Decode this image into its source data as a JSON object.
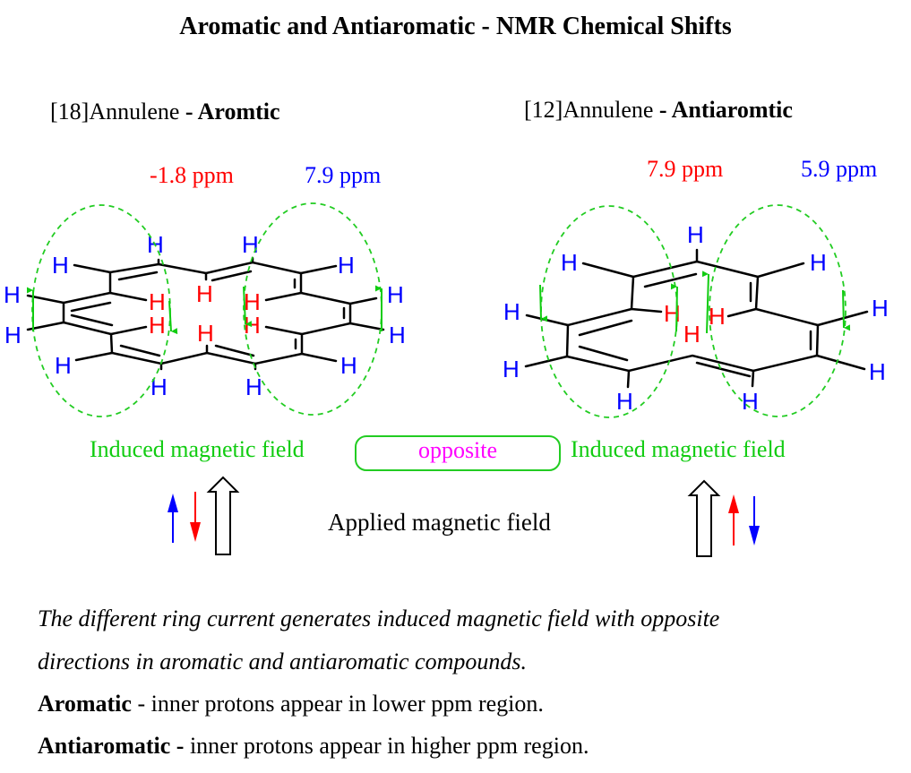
{
  "title": "Aromatic and Antiaromatic - NMR Chemical Shifts",
  "molecules": [
    {
      "name": "[18]Annulene",
      "separator": " - ",
      "classification": "Aromtic",
      "inner_proton_shift": "-1.8 ppm",
      "outer_proton_shift": "7.9 ppm",
      "inner_H_count": 6,
      "outer_H_count": 12,
      "induced_field_label": "Induced magnetic field"
    },
    {
      "name": "[12]Annulene",
      "separator": " - ",
      "classification": "Antiaromtic",
      "inner_proton_shift": "7.9 ppm",
      "outer_proton_shift": "5.9 ppm",
      "inner_H_count": 3,
      "outer_H_count": 9,
      "induced_field_label": "Induced magnetic field"
    }
  ],
  "atom_label": "H",
  "comparison_label": "opposite",
  "applied_field_label": "Applied magnetic field",
  "explanation": {
    "line1": "The different ring current generates induced magnetic field with opposite",
    "line2": "directions in aromatic and antiaromatic compounds.",
    "aromatic_term": "Aromatic",
    "aromatic_text": " - inner protons appear in lower ppm region.",
    "antiaromatic_term": "Antiaromatic",
    "antiaromatic_sep": " - ",
    "antiaromatic_text": "inner protons appear in higher ppm region."
  },
  "colors": {
    "inner_proton": "#ff0000",
    "outer_proton": "#0000ff",
    "induced_field": "#00cc00",
    "comparison": "#ff00ff",
    "bond": "#000000"
  }
}
